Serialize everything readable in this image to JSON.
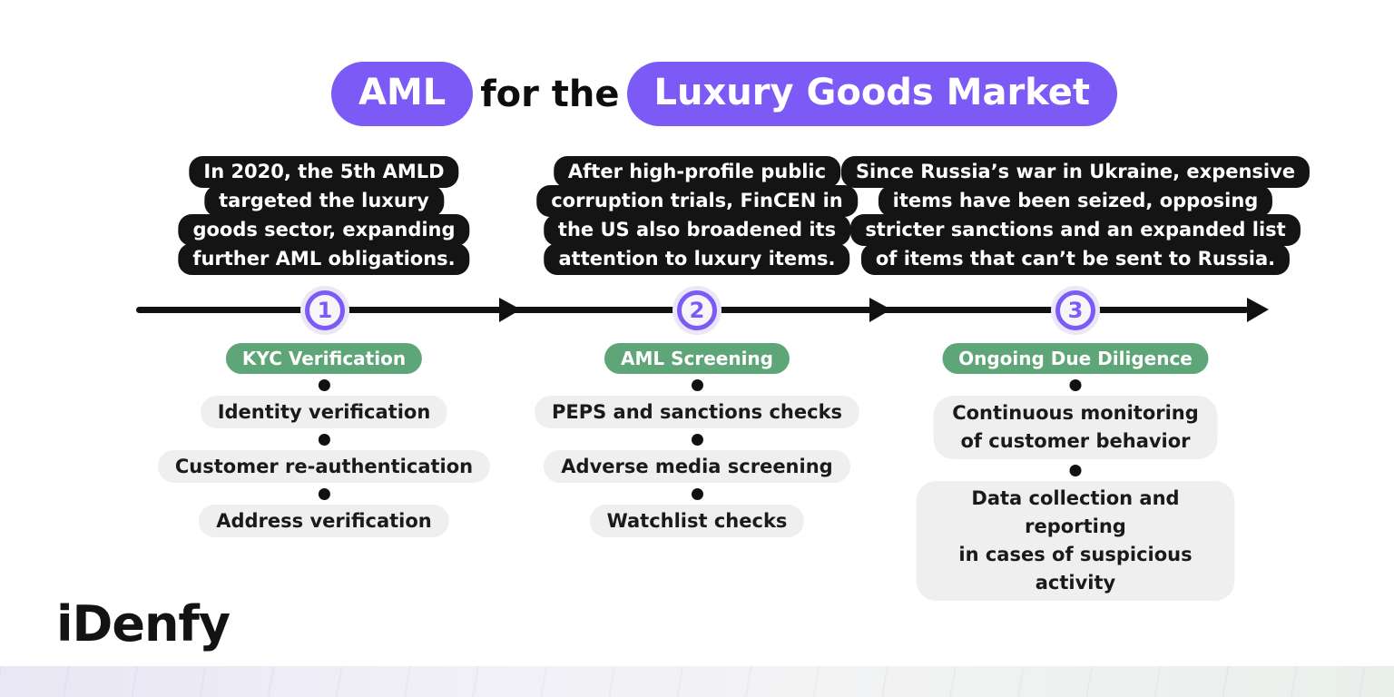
{
  "title": {
    "pill_1": "AML",
    "connector": "for the",
    "pill_2": "Luxury Goods Market"
  },
  "columns": [
    {
      "number": "1",
      "bubble_lines": [
        "In 2020, the 5th AMLD",
        "targeted the luxury",
        "goods sector, expanding",
        "further AML obligations."
      ],
      "badge": "KYC Verification",
      "items": [
        "Identity verification",
        "Customer re-authentication",
        "Address verification"
      ]
    },
    {
      "number": "2",
      "bubble_lines": [
        "After high-profile public",
        "corruption trials, FinCEN in",
        "the US also broadened its",
        "attention to luxury items."
      ],
      "badge": "AML Screening",
      "items": [
        "PEPS and sanctions checks",
        "Adverse media screening",
        "Watchlist checks"
      ]
    },
    {
      "number": "3",
      "bubble_lines": [
        "Since Russia’s war in Ukraine, expensive",
        "items have been seized, opposing",
        "stricter sanctions and an expanded list",
        "of items that can’t be sent to Russia."
      ],
      "badge": "Ongoing Due Diligence",
      "items": [
        "Continuous monitoring\nof customer behavior",
        "Data collection and reporting\nin cases of suspicious activity"
      ]
    }
  ],
  "logo": {
    "text": "iDenfy"
  },
  "colors": {
    "accent_purple": "#7B5AF5",
    "accent_green": "#5EA678",
    "bubble_black": "#141414",
    "item_pill_gray": "#EFEFEF",
    "timeline_black": "#111111"
  }
}
